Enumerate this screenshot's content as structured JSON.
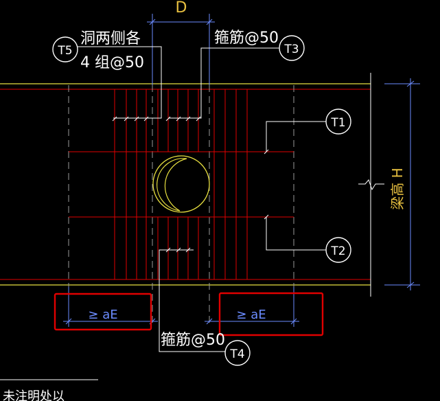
{
  "dimension_top": "D",
  "beam_height_label": "梁高 H",
  "length_labels": [
    "≥ aE",
    "≥ aE"
  ],
  "callouts": [
    {
      "tag": "T5",
      "text_lines": [
        "洞两侧各",
        "4 组@50"
      ]
    },
    {
      "tag": "T3",
      "text_lines": [
        "箍筋@50"
      ]
    },
    {
      "tag": "T1",
      "text_lines": []
    },
    {
      "tag": "T2",
      "text_lines": []
    },
    {
      "tag": "T4",
      "text_lines": [
        "箍筋@50"
      ]
    }
  ],
  "bottom_partial_text": "未注明处以",
  "colors": {
    "background": "#000000",
    "rebar_red": "#e00000",
    "beam_yellow": "#e8e040",
    "dimension_blue": "#6b8cff",
    "text_white": "#ffffff",
    "label_yellow": "#e8c040",
    "highlight_red": "#e00000"
  }
}
